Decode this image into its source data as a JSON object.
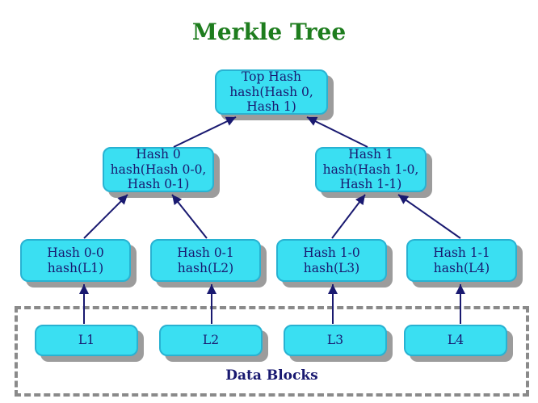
{
  "title": "Merkle Tree",
  "data_blocks_label": "Data Blocks",
  "colors": {
    "background": "#ffffff",
    "title-green": "#1e7d1e",
    "box-fill": "#3adff2",
    "box-border": "#28b2d2",
    "box-shadow": "#9c9c9c",
    "text-navy": "#191970",
    "arrow": "#191970",
    "dash-border": "#8a8a8a"
  },
  "nodes": {
    "top_hash": {
      "lines": [
        "Top Hash",
        "hash(Hash 0,",
        "Hash 1)"
      ]
    },
    "hash_0": {
      "lines": [
        "Hash 0",
        "hash(Hash 0-0,",
        "Hash 0-1)"
      ]
    },
    "hash_1": {
      "lines": [
        "Hash 1",
        "hash(Hash 1-0,",
        "Hash 1-1)"
      ]
    },
    "hash_0_0": {
      "lines": [
        "Hash 0-0",
        "hash(L1)"
      ]
    },
    "hash_0_1": {
      "lines": [
        "Hash 0-1",
        "hash(L2)"
      ]
    },
    "hash_1_0": {
      "lines": [
        "Hash 1-0",
        "hash(L3)"
      ]
    },
    "hash_1_1": {
      "lines": [
        "Hash 1-1",
        "hash(L4)"
      ]
    },
    "l1": {
      "lines": [
        "L1"
      ]
    },
    "l2": {
      "lines": [
        "L2"
      ]
    },
    "l3": {
      "lines": [
        "L3"
      ]
    },
    "l4": {
      "lines": [
        "L4"
      ]
    }
  },
  "edges": [
    {
      "from": "Hash 0",
      "to": "Top Hash"
    },
    {
      "from": "Hash 1",
      "to": "Top Hash"
    },
    {
      "from": "Hash 0-0",
      "to": "Hash 0"
    },
    {
      "from": "Hash 0-1",
      "to": "Hash 0"
    },
    {
      "from": "Hash 1-0",
      "to": "Hash 1"
    },
    {
      "from": "Hash 1-1",
      "to": "Hash 1"
    },
    {
      "from": "L1",
      "to": "Hash 0-0"
    },
    {
      "from": "L2",
      "to": "Hash 0-1"
    },
    {
      "from": "L3",
      "to": "Hash 1-0"
    },
    {
      "from": "L4",
      "to": "Hash 1-1"
    }
  ]
}
